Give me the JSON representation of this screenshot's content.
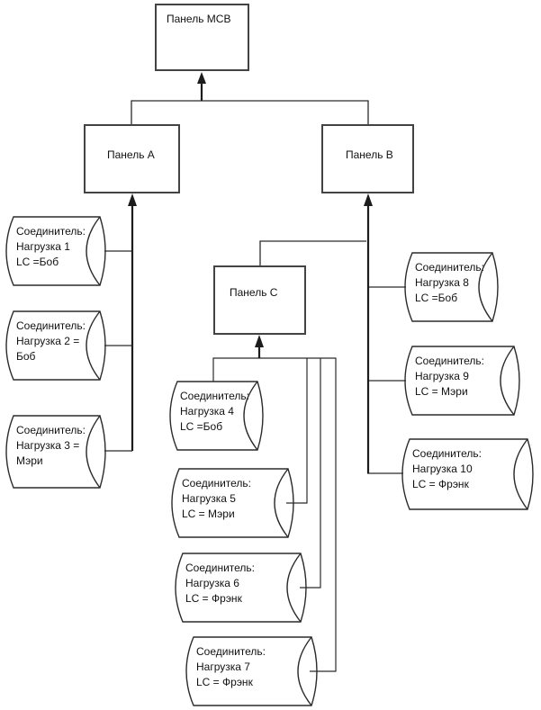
{
  "colors": {
    "background": "#ffffff",
    "line": "#2b2b2b",
    "panel_border": "#434343",
    "text": "#111111"
  },
  "panels": {
    "mcb": {
      "label": "Панель МСВ"
    },
    "a": {
      "label": "Панель A"
    },
    "b": {
      "label": "Панель B"
    },
    "c": {
      "label": "Панель C"
    }
  },
  "connectors": [
    {
      "line1": "Соединитель:",
      "line2": "Нагрузка 1",
      "line3": "LC =Боб"
    },
    {
      "line1": "Соединитель:",
      "line2": "Нагрузка 2 =",
      "line3": "Боб"
    },
    {
      "line1": "Соединитель:",
      "line2": "Нагрузка 3 =",
      "line3": "Мэри"
    },
    {
      "line1": "Соединитель:",
      "line2": "Нагрузка 4",
      "line3": "LC =Боб"
    },
    {
      "line1": "Соединитель:",
      "line2": "Нагрузка 5",
      "line3": "LC = Мэри"
    },
    {
      "line1": "Соединитель:",
      "line2": "Нагрузка 6",
      "line3": "LC = Фрэнк"
    },
    {
      "line1": "Соединитель:",
      "line2": "Нагрузка 7",
      "line3": "LC = Фрэнк"
    },
    {
      "line1": "Соединитель:",
      "line2": "Нагрузка 8",
      "line3": "LC =Боб"
    },
    {
      "line1": "Соединитель:",
      "line2": "Нагрузка 9",
      "line3": "LC = Мэри"
    },
    {
      "line1": "Соединитель:",
      "line2": "Нагрузка 10",
      "line3": "LC = Фрэнк"
    }
  ]
}
